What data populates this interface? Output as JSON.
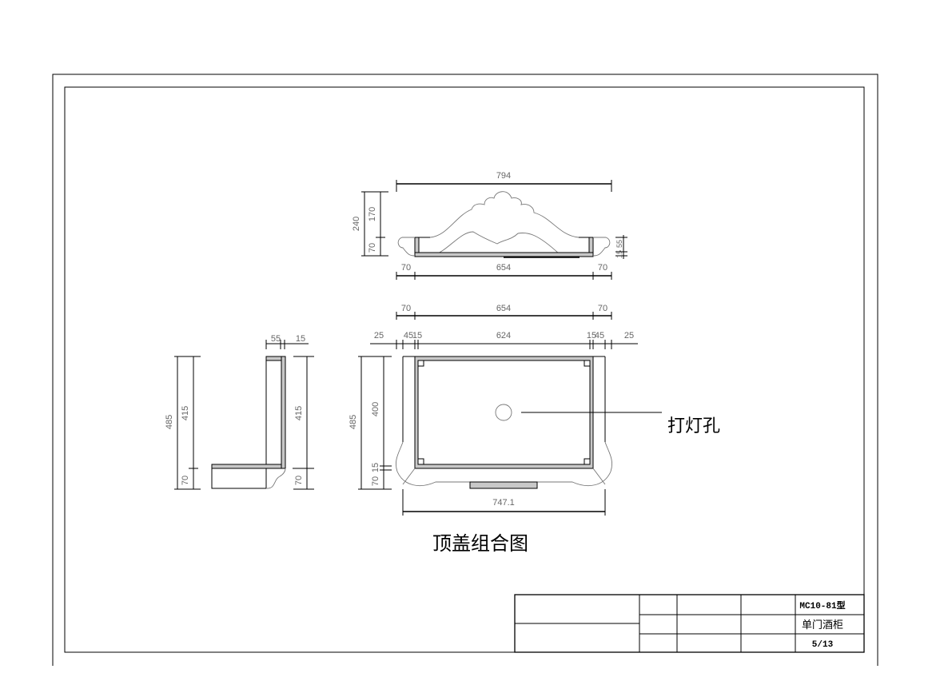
{
  "drawing": {
    "caption": "顶盖组合图",
    "callout_label": "打灯孔",
    "front_view": {
      "overall_width": "794",
      "overall_height": "240",
      "crest_height": "170",
      "base_height": "70",
      "left_end": "70",
      "middle": "654",
      "right_end": "70",
      "right_small_1": "15",
      "right_small_2": "55"
    },
    "plan_view": {
      "top_row": [
        "70",
        "654",
        "70"
      ],
      "second_row": [
        "25",
        "45",
        "15",
        "624",
        "15",
        "45",
        "25"
      ],
      "overall_depth": "485",
      "inner_depth": "400",
      "front_depth": "70",
      "front_thin": "15",
      "overall_width": "747.1"
    },
    "side_view": {
      "top_left": "55",
      "top_right": "15",
      "left_overall": "485",
      "left_upper": "415",
      "left_lower": "70",
      "right_upper": "415",
      "right_lower": "70"
    }
  },
  "title_block": {
    "model": "MC10-81型",
    "name": "单门酒柜",
    "sheet": "5/13"
  }
}
